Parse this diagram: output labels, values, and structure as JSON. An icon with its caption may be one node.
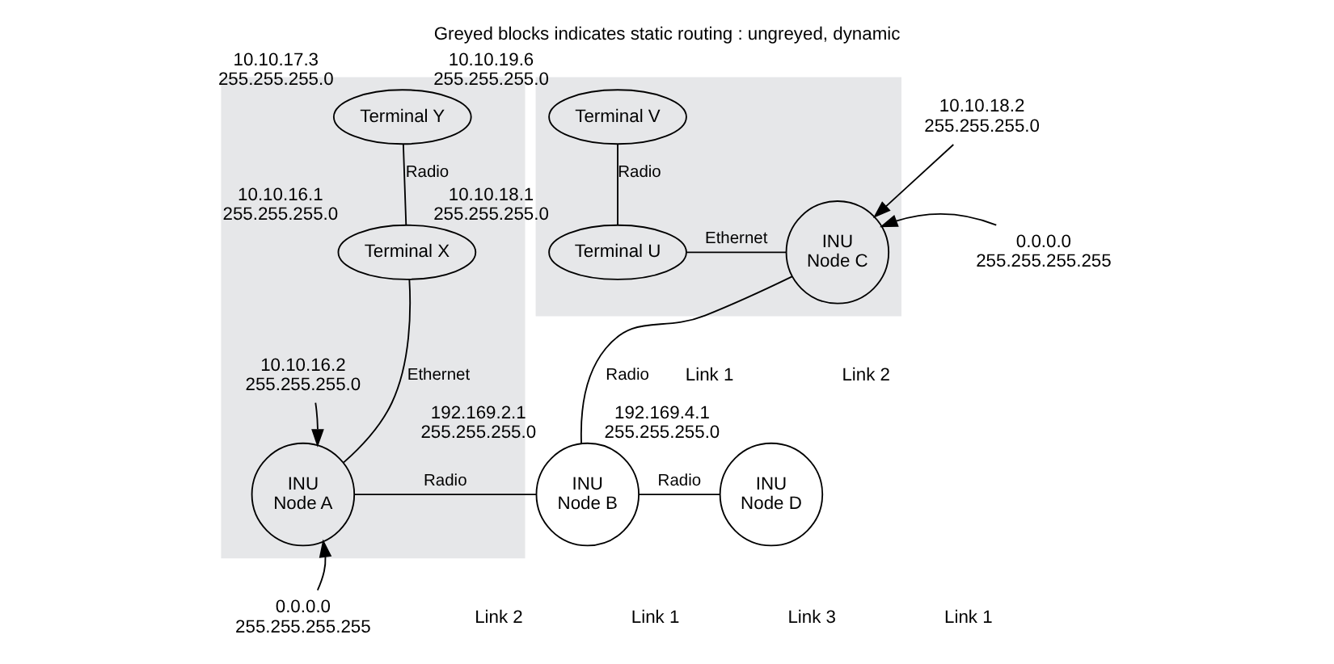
{
  "diagram": {
    "title": "Greyed blocks indicates static routing : ungreyed, dynamic",
    "nodes": [
      {
        "text": [],
        "shape": "box"
      },
      {
        "text": [
          "Terminal Y"
        ],
        "in": 0,
        "beside": [
          "10.10.17.3 255.255.255.0"
        ]
      },
      {
        "text": [
          "Terminal X"
        ],
        "in": 0,
        "beside": [
          "10.10.16.1 255.255.255.0"
        ]
      },
      {
        "text": [
          "10.10.16.2 255.255.255.0"
        ],
        "in": 0
      },
      {
        "text": [
          "INU Node A"
        ],
        "in": 0
      },
      {
        "text": [
          "0.0.0.0 255.255.255.255"
        ]
      },
      {
        "text": [
          "INU Node B"
        ],
        "beside": [
          "192.169.2.1 255.255.255.0"
        ]
      },
      {
        "text": [
          "0.0.0.0 255.255.255.255"
        ]
      },
      {
        "text": [
          "10.10.18.2 255.255.255.0"
        ]
      },
      {
        "text": [],
        "shape": "box"
      },
      {
        "text": [
          "Terminal V"
        ],
        "in": 9,
        "beside": [
          "10.10.19.6 255.255.255.0"
        ]
      },
      {
        "text": [
          "INU Node C"
        ],
        "in": 9
      },
      {
        "text": [
          "Terminal U"
        ],
        "in": 9,
        "beside": [
          "10.10.18.1 255.255.255.0"
        ]
      },
      {
        "text": [
          "INU Node D"
        ],
        "beside": [
          "192.169.4.1 255.255.255.0"
        ]
      }
    ],
    "edges": [
      {
        "from": 1,
        "to": 2,
        "arrow": "none",
        "label": "Radio"
      },
      {
        "from": 2,
        "to": 4,
        "arrow": "none",
        "label": "Ethernet"
      },
      {
        "from": 3,
        "to": 4,
        "arrow": "to"
      },
      {
        "from": 5,
        "to": 4,
        "arrow": "to"
      },
      {
        "from": 4,
        "to": 6,
        "arrow": "none",
        "label": "Radio"
      },
      {
        "from": 6,
        "to": 11,
        "arrow": "none",
        "label": "Radio"
      },
      {
        "from": 6,
        "to": 13,
        "arrow": "none",
        "label": "Radio"
      },
      {
        "from": 7,
        "to": 11,
        "arrow": "to"
      },
      {
        "from": 8,
        "to": 11,
        "arrow": "to"
      },
      {
        "from": 11,
        "to": 12,
        "arrow": "none",
        "label": "Ethernet"
      },
      {
        "from": 10,
        "to": 12,
        "arrow": "none",
        "label": "Radio"
      }
    ],
    "labels": [
      "Link 1",
      "Link 2",
      "Link 2",
      "Link 1",
      "Link 3",
      "Link 1"
    ]
  }
}
